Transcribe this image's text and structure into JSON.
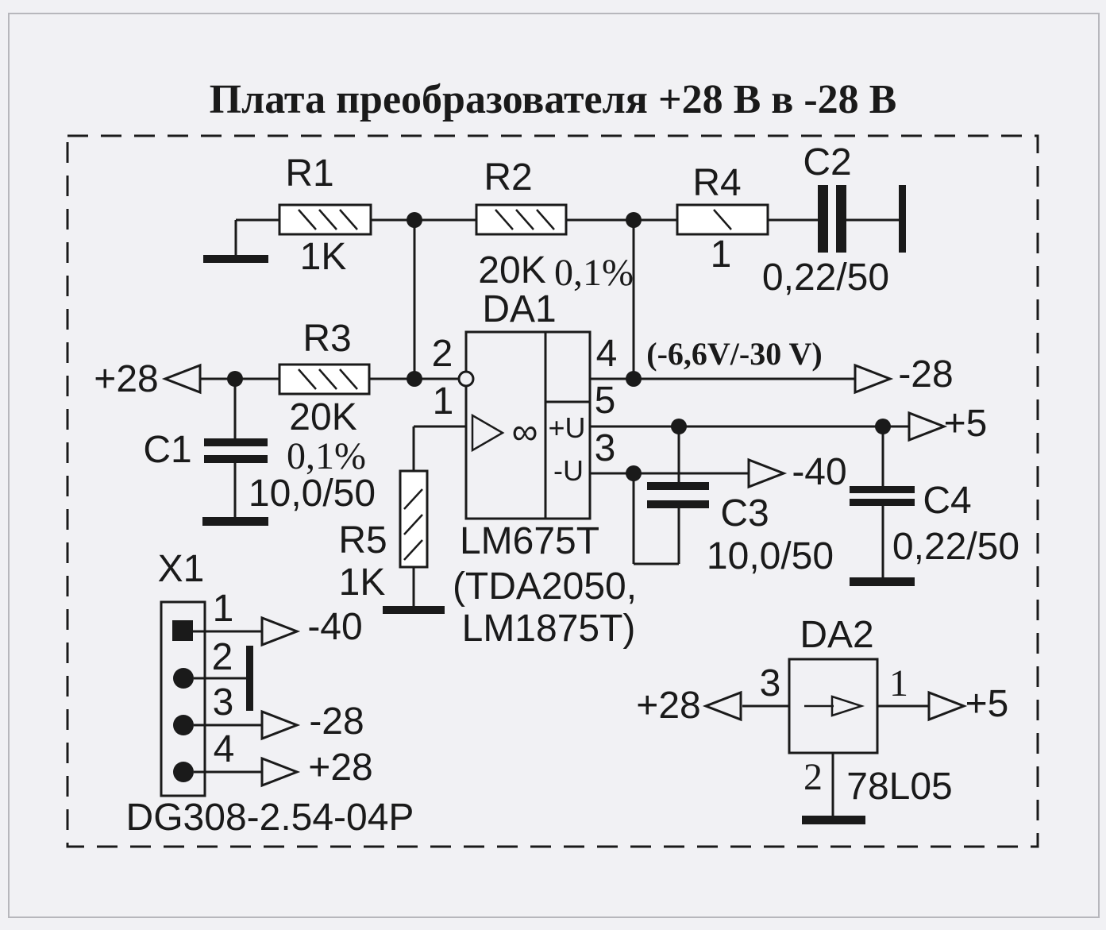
{
  "page": {
    "title": "Плата преобразователя +28 В в -28 В"
  },
  "components": {
    "r1": {
      "ref": "R1",
      "value": "1K"
    },
    "r2": {
      "ref": "R2",
      "value": "20K",
      "tolerance": "0,1%"
    },
    "r3": {
      "ref": "R3",
      "value": "20K",
      "tolerance": "0,1%"
    },
    "r4": {
      "ref": "R4",
      "value": "1"
    },
    "r5": {
      "ref": "R5",
      "value": "1K"
    },
    "c1": {
      "ref": "C1",
      "value": "10,0/50"
    },
    "c2": {
      "ref": "C2",
      "value": "0,22/50"
    },
    "c3": {
      "ref": "C3",
      "value": "10,0/50"
    },
    "c4": {
      "ref": "C4",
      "value": "0,22/50"
    },
    "da1": {
      "ref": "DA1",
      "part": "LM675T",
      "part_alt_1": "(TDA2050,",
      "part_alt_2": "LM1875T)",
      "gain_symbol": "∞",
      "pin_inverting": "2",
      "pin_noninverting": "1",
      "pin_output": "4",
      "pin_vplus": "5",
      "pin_vminus": "3",
      "vplus_label": "+U",
      "vminus_label": "-U"
    },
    "da2": {
      "ref": "DA2",
      "part": "78L05",
      "pin_in": "3",
      "pin_out": "1",
      "pin_gnd": "2"
    },
    "x1": {
      "ref": "X1",
      "part": "DG308-2.54-04P",
      "pin1": "1",
      "pin2": "2",
      "pin3": "3",
      "pin4": "4"
    }
  },
  "nets": {
    "input_plus28": "+28",
    "output_minus28": "-28",
    "output_plus5": "+5",
    "output_minus40": "-40",
    "voltage_note": "(-6,6V/-30 V)",
    "x1_minus40": "-40",
    "x1_minus28": "-28",
    "x1_plus28": "+28",
    "da2_plus28": "+28",
    "da2_plus5": "+5"
  },
  "colors": {
    "ink": "#1a1a1a",
    "background": "#f1f1f4",
    "component_fill": "#ffffff"
  }
}
